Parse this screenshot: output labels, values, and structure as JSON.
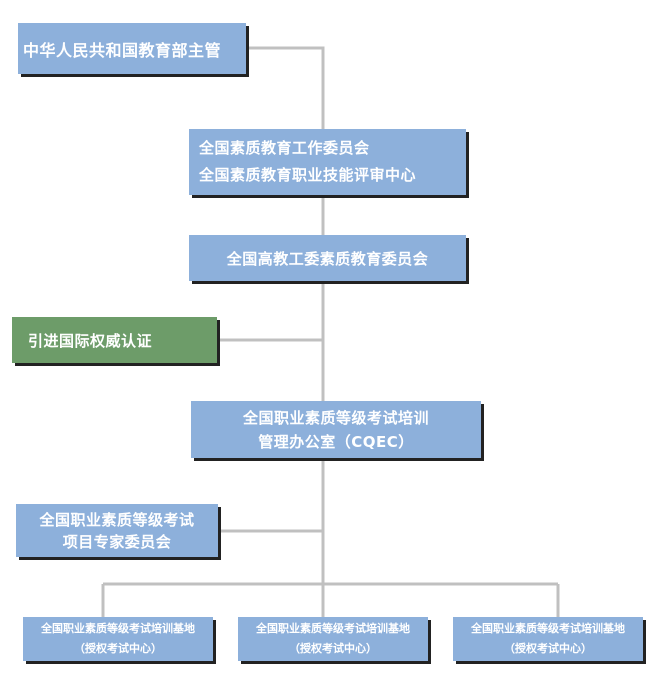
{
  "colors": {
    "box_fill": "#8db0db",
    "box_fill_highlight": "#6d9c69",
    "box_text": "#ffffff",
    "connector": "#c0c0c0",
    "shadow": "#222222"
  },
  "nodes": {
    "ministry": {
      "lines": [
        "中华人民共和国教育部主管"
      ]
    },
    "committees": {
      "lines": [
        "全国素质教育工作委员会",
        "全国素质教育职业技能评审中心"
      ]
    },
    "higher_ed_committee": {
      "lines": [
        "全国高教工委素质教育委员会"
      ]
    },
    "intl_certification": {
      "lines": [
        "引进国际权威认证"
      ]
    },
    "cqec_office": {
      "lines": [
        "全国职业素质等级考试培训",
        "管理办公室（CQEC）"
      ]
    },
    "expert_committee": {
      "lines": [
        "全国职业素质等级考试",
        "项目专家委员会"
      ]
    },
    "training_bases": [
      {
        "lines": [
          "全国职业素质等级考试培训基地",
          "（授权考试中心）"
        ]
      },
      {
        "lines": [
          "全国职业素质等级考试培训基地",
          "（授权考试中心）"
        ]
      },
      {
        "lines": [
          "全国职业素质等级考试培训基地",
          "（授权考试中心）"
        ]
      }
    ]
  }
}
